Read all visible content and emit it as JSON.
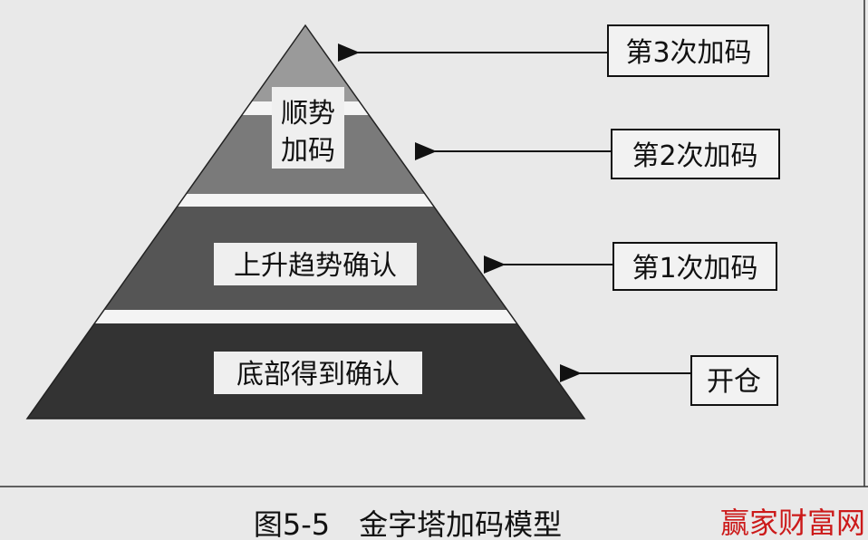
{
  "pyramid": {
    "levels": [
      {
        "label_lines": [
          "顺势",
          "加码"
        ],
        "color": "#9a9a9a"
      },
      {
        "label": "",
        "color": "#7a7a7a"
      },
      {
        "label": "上升趋势确认",
        "color": "#555555"
      },
      {
        "label": "底部得到确认",
        "color": "#333333"
      }
    ]
  },
  "steps": [
    {
      "label": "第3次加码"
    },
    {
      "label": "第2次加码"
    },
    {
      "label": "第1次加码"
    },
    {
      "label": "开仓"
    }
  ],
  "caption": "图5-5　金字塔加码模型",
  "watermark": "赢家财富网",
  "colors": {
    "watermark": "#cc1a1a",
    "stripe": "#f4f4f4"
  }
}
